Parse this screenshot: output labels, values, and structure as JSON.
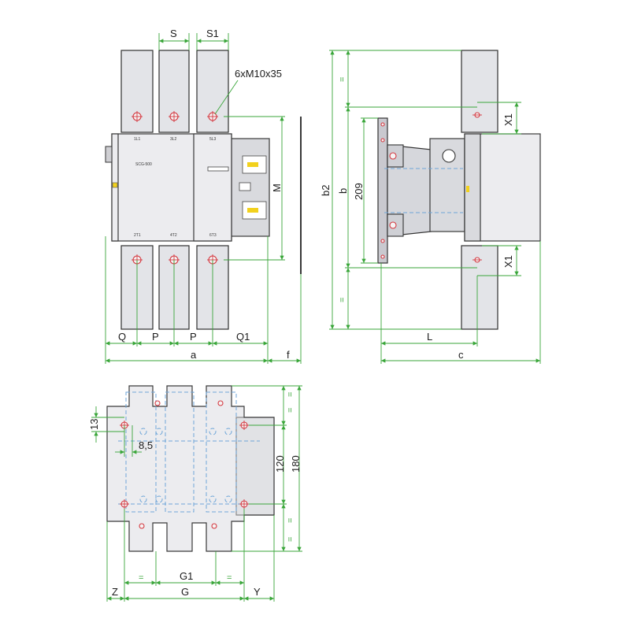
{
  "front_view": {
    "labels": {
      "s": "S",
      "s1": "S1",
      "bolts": "6xM10x35",
      "m": "M",
      "q": "Q",
      "p1": "P",
      "p2": "P",
      "q1": "Q1",
      "a": "a",
      "f": "f"
    },
    "terminals_top": [
      "1L1",
      "3L2",
      "5L3"
    ],
    "terminals_bottom": [
      "2T1",
      "4T2",
      "6T3"
    ],
    "model": "SCG-500"
  },
  "side_view": {
    "labels": {
      "b2": "b2",
      "b": "b",
      "h209": "209",
      "x1_top": "X1",
      "x1_bottom": "X1",
      "l": "L",
      "c": "c",
      "eq": "="
    }
  },
  "mounting_view": {
    "labels": {
      "d13": "13",
      "d8_5": "8,5",
      "d120": "120",
      "d180": "180",
      "z": "Z",
      "g1": "G1",
      "g": "G",
      "y": "Y",
      "eq": "="
    }
  },
  "colors": {
    "dimension": "#3aa63a",
    "hole": "#d4373f",
    "hidden": "#6fa6d8",
    "accent": "#f2d11d"
  }
}
